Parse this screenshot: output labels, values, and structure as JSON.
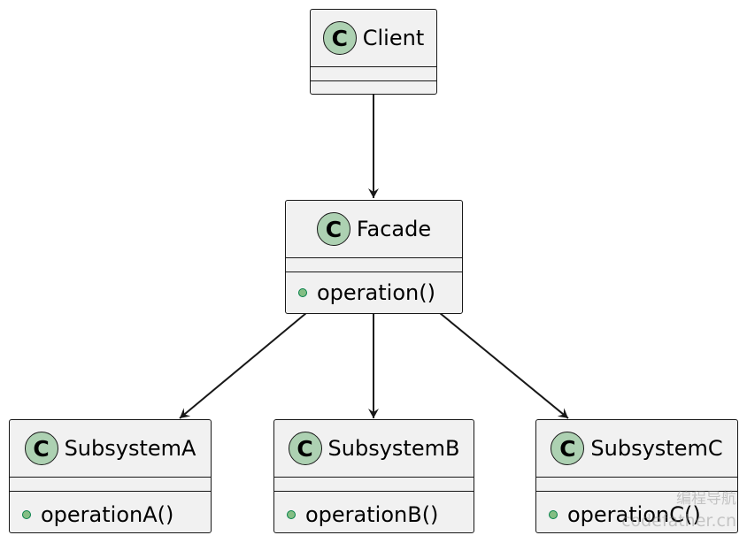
{
  "classes": {
    "client": {
      "name": "Client",
      "icon": "C"
    },
    "facade": {
      "name": "Facade",
      "icon": "C",
      "method": "operation()"
    },
    "subsystem_a": {
      "name": "SubsystemA",
      "icon": "C",
      "method": "operationA()"
    },
    "subsystem_b": {
      "name": "SubsystemB",
      "icon": "C",
      "method": "operationB()"
    },
    "subsystem_c": {
      "name": "SubsystemC",
      "icon": "C",
      "method": "operationC()"
    }
  },
  "watermark": {
    "chinese": "编程导航",
    "url": "codefather.cn"
  },
  "colors": {
    "box_fill": "#f1f1f1",
    "class_icon": "#add1b2",
    "public_marker": "#84be84",
    "stroke": "#181818"
  }
}
